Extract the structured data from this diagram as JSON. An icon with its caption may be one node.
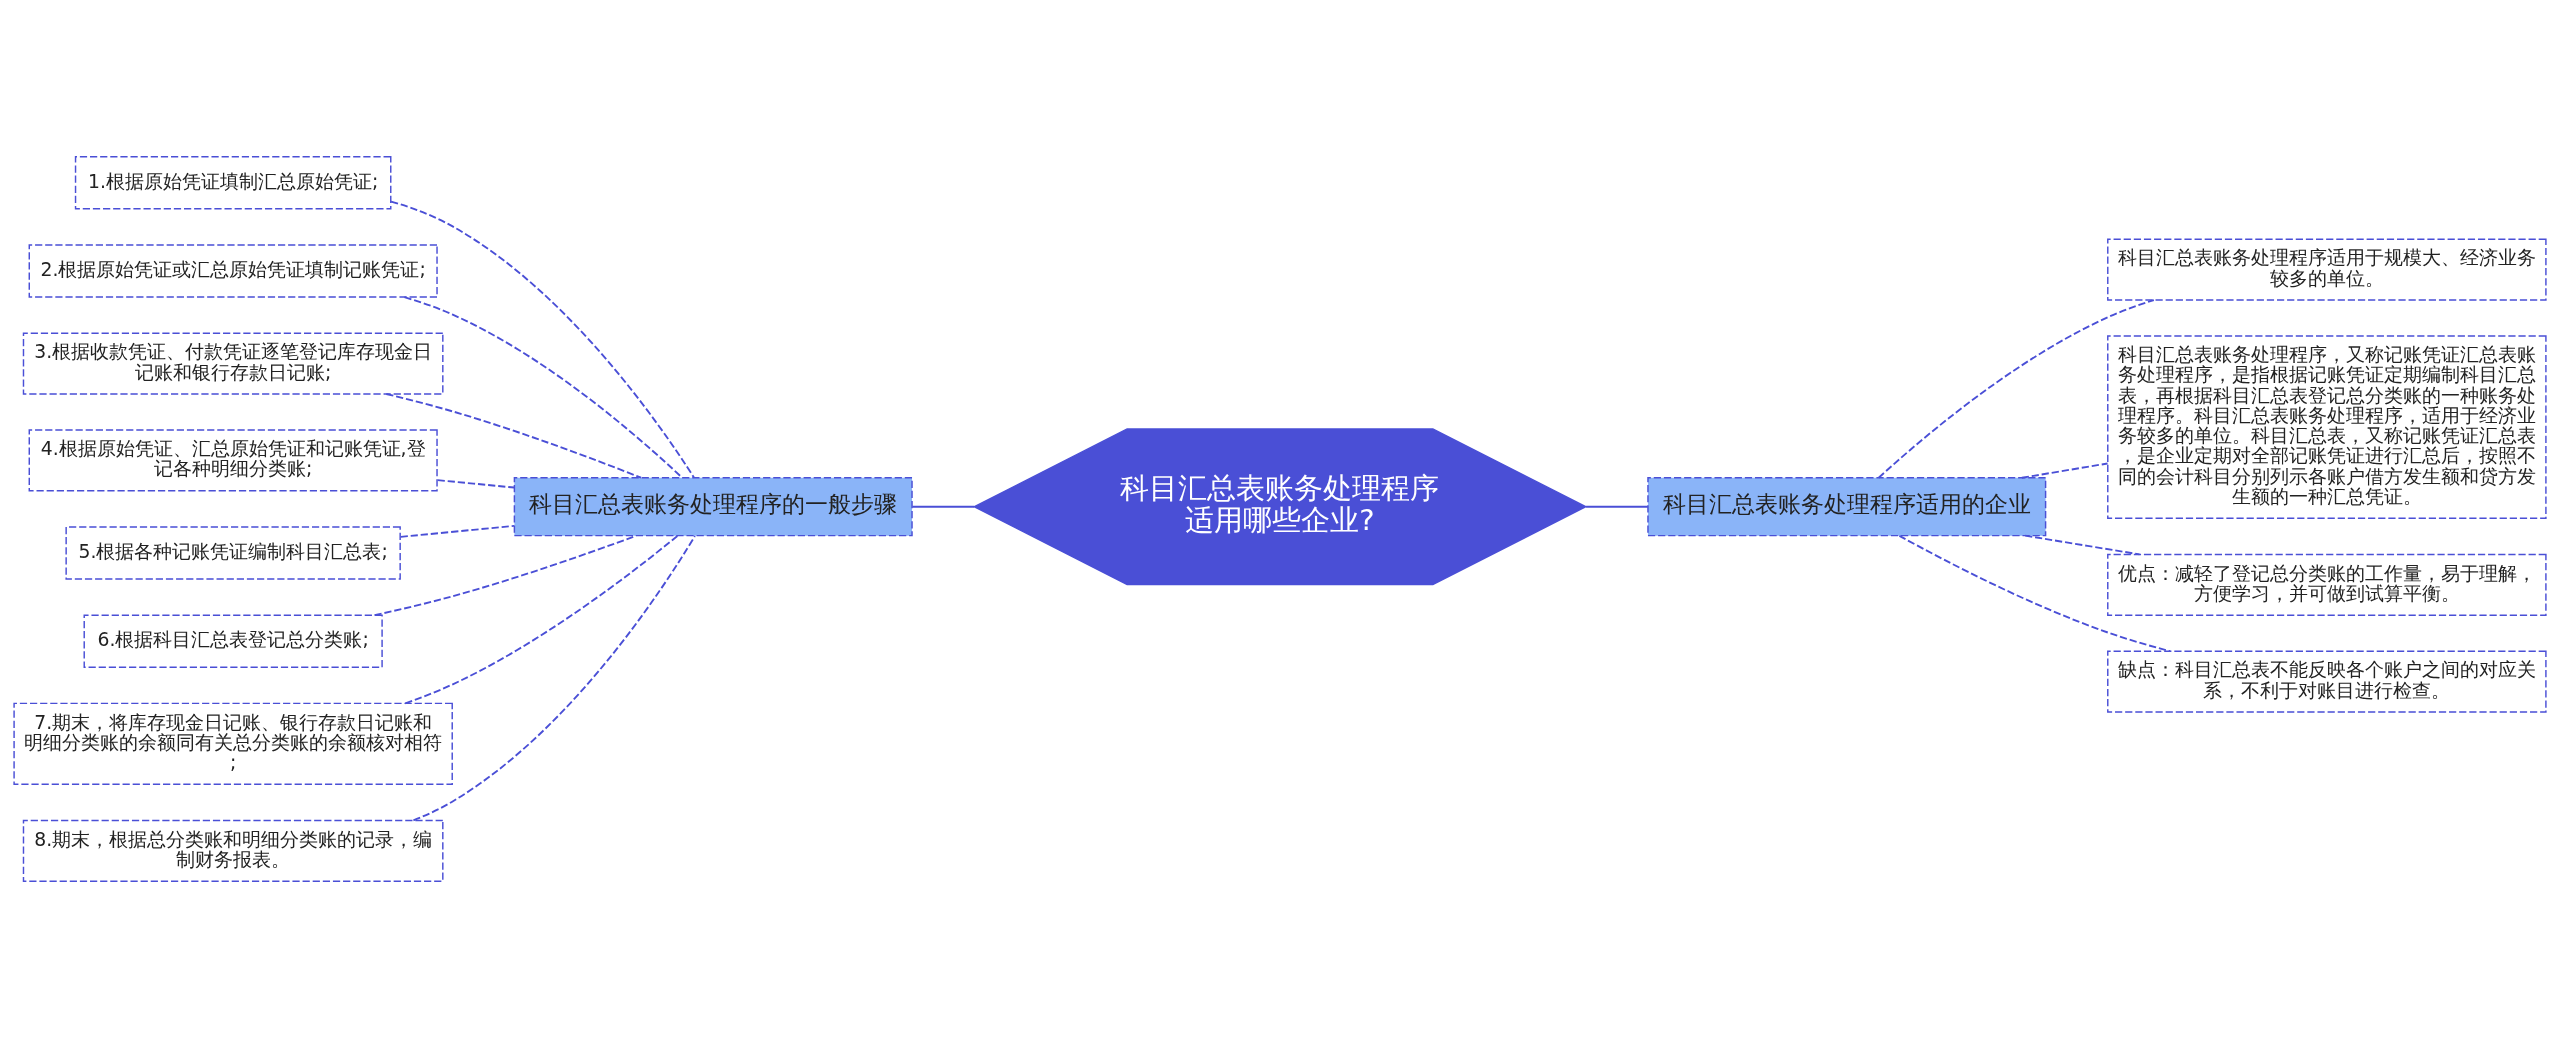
{
  "diagram": {
    "nodes": [
      {
        "text": [
          "科目汇总表账务处理程序适用哪些企业?"
        ]
      },
      {
        "text": [
          "科目汇总表账务处理程序的一般步骤"
        ]
      },
      {
        "text": [
          "1.根据原始凭证填制汇总原始凭证;"
        ]
      },
      {
        "text": [
          "2.根据原始凭证或汇总原始凭证填制记账凭证;"
        ]
      },
      {
        "text": [
          "3.根据收款凭证、付款凭证逐笔登记库存现金日记账和银行存款日记账;"
        ]
      },
      {
        "text": [
          "4.根据原始凭证、汇总原始凭证和记账凭证,登记各种明细分类账;"
        ]
      },
      {
        "text": [
          "5.根据各种记账凭证编制科目汇总表;"
        ]
      },
      {
        "text": [
          "6.根据科目汇总表登记总分类账;"
        ]
      },
      {
        "text": [
          "7.期末，将库存现金日记账、银行存款日记账和明细分类账的余额同有关总分类账的余额核对相符;"
        ]
      },
      {
        "text": [
          "8.期末，根据总分类账和明细分类账的记录，编制财务报表。"
        ]
      },
      {
        "text": [
          "科目汇总表账务处理程序适用的企业"
        ]
      },
      {
        "text": [
          "科目汇总表账务处理程序适用于规模大、经济业务较多的单位。"
        ]
      },
      {
        "text": [
          "科目汇总表账务处理程序，又称记账凭证汇总表账务处理程序，是指根据记账凭证定期编制科目汇总表，再根据科目汇总表登记总分类账的一种账务处理程序。科目汇总表账务处理程序，适用于经济业务较多的单位。科目汇总表，又称记账凭证汇总表，是企业定期对全部记账凭证进行汇总后，按照不同的会计科目分别列示各账户借方发生额和贷方发生额的一种汇总凭证。"
        ]
      },
      {
        "text": [
          "优点：减轻了登记总分类账的工作量，易于理解，方便学习，并可做到试算平衡。"
        ]
      },
      {
        "text": [
          "缺点：科目汇总表不能反映各个账户之间的对应关系，不利于对账目进行检查。"
        ]
      }
    ],
    "edges": [
      {
        "from": 0,
        "to": 1,
        "arrow": "none"
      },
      {
        "from": 1,
        "to": 2,
        "arrow": "none",
        "style": "dashed"
      },
      {
        "from": 1,
        "to": 3,
        "arrow": "none",
        "style": "dashed"
      },
      {
        "from": 1,
        "to": 4,
        "arrow": "none",
        "style": "dashed"
      },
      {
        "from": 1,
        "to": 5,
        "arrow": "none",
        "style": "dashed"
      },
      {
        "from": 1,
        "to": 6,
        "arrow": "none",
        "style": "dashed"
      },
      {
        "from": 1,
        "to": 7,
        "arrow": "none",
        "style": "dashed"
      },
      {
        "from": 1,
        "to": 8,
        "arrow": "none",
        "style": "dashed"
      },
      {
        "from": 1,
        "to": 9,
        "arrow": "none",
        "style": "dashed"
      },
      {
        "from": 0,
        "to": 10,
        "arrow": "none"
      },
      {
        "from": 10,
        "to": 11,
        "arrow": "none",
        "style": "dashed"
      },
      {
        "from": 10,
        "to": 12,
        "arrow": "none",
        "style": "dashed"
      },
      {
        "from": 10,
        "to": 13,
        "arrow": "none",
        "style": "dashed"
      },
      {
        "from": 10,
        "to": 14,
        "arrow": "none",
        "style": "dashed"
      }
    ]
  }
}
